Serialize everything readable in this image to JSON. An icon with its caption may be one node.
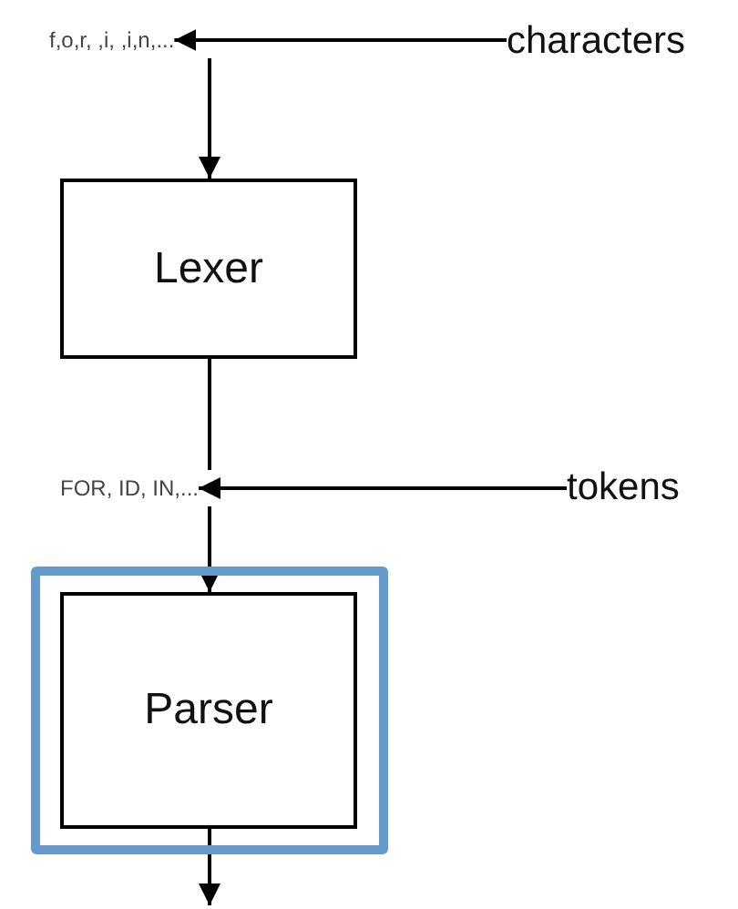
{
  "diagram": {
    "nodes": [
      {
        "text": [
          "f,o,r, ,i, ,i,n,..."
        ]
      },
      {
        "text": [
          "characters"
        ]
      },
      {
        "text": [
          "Lexer"
        ]
      },
      {
        "text": [
          "FOR, ID, IN,..."
        ]
      },
      {
        "text": [
          "tokens"
        ]
      },
      {
        "text": [],
        "shape": "box"
      },
      {
        "text": [
          "Parser"
        ],
        "in": 5
      }
    ],
    "edges": [
      {
        "from": 1,
        "to": 0,
        "arrow": "to"
      },
      {
        "from": 0,
        "to": 2,
        "arrow": "to"
      },
      {
        "from": 2,
        "to": 3,
        "arrow": "none"
      },
      {
        "from": 4,
        "to": 3,
        "arrow": "to"
      },
      {
        "from": 3,
        "to": 6,
        "arrow": "to"
      },
      {
        "from": 6,
        "to": null,
        "arrow": "to"
      }
    ]
  }
}
